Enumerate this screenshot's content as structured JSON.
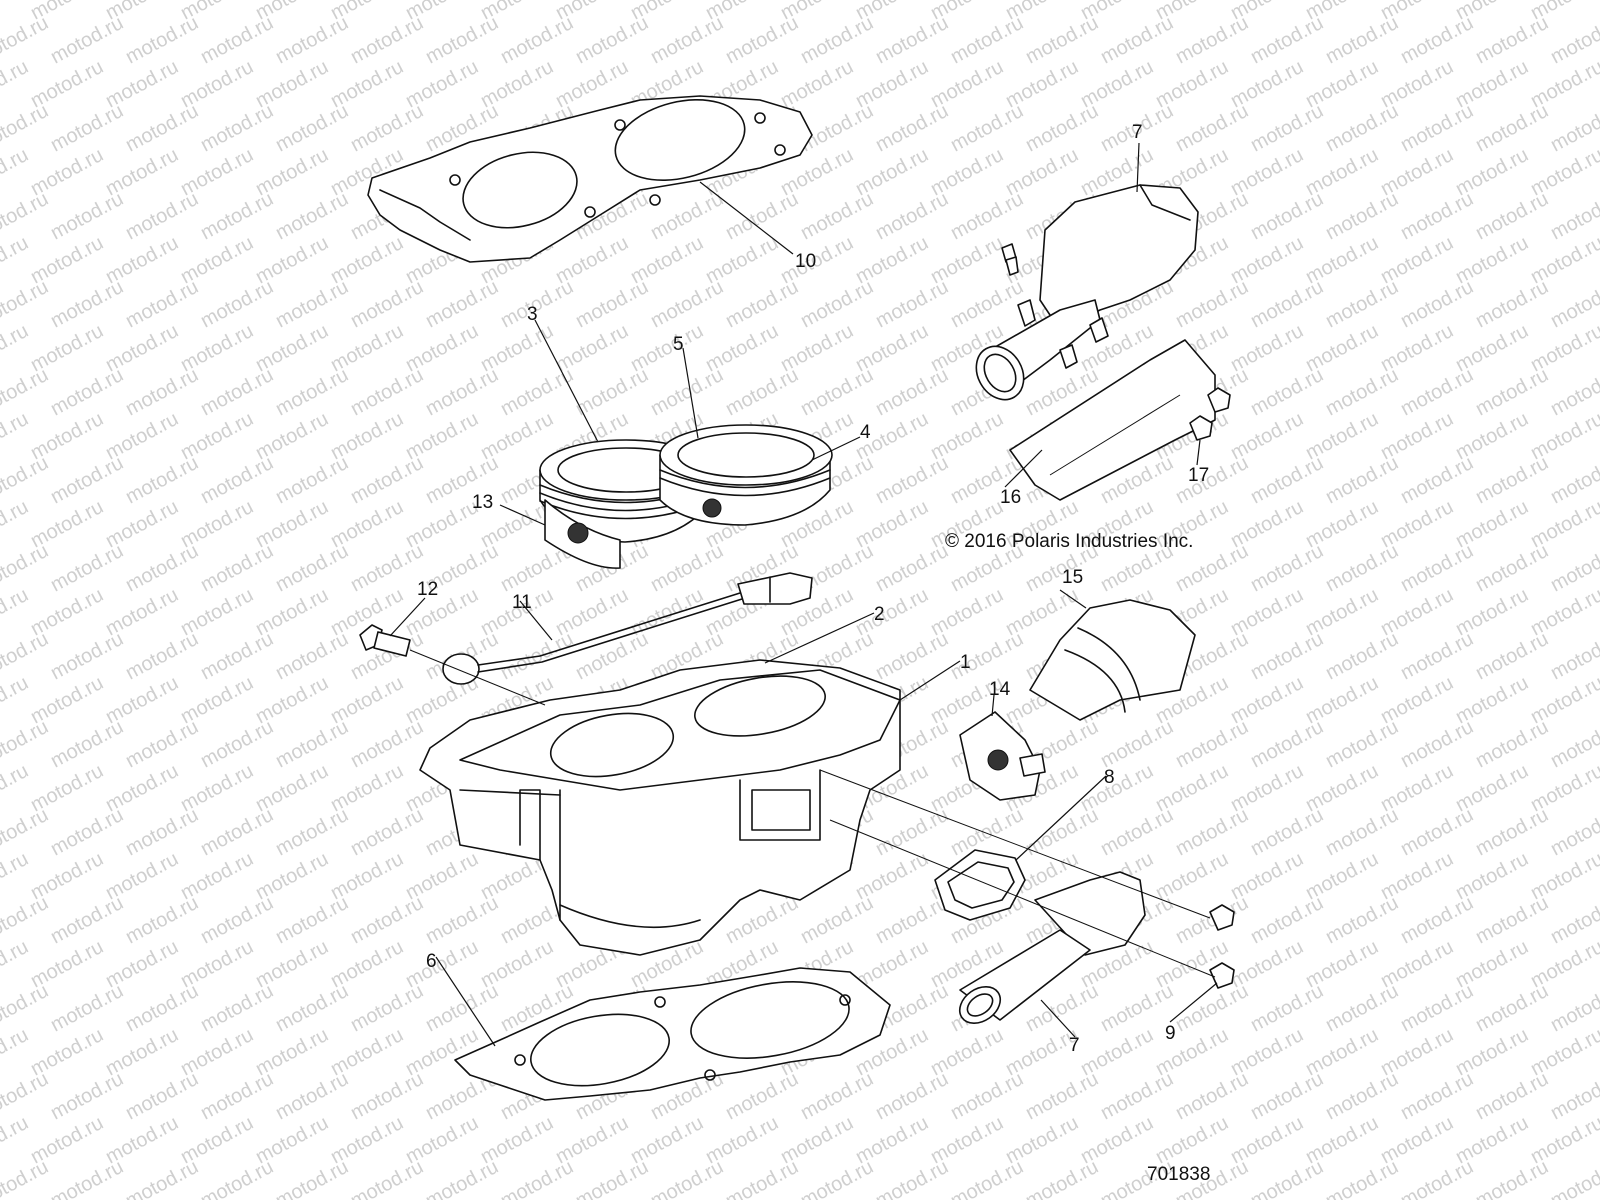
{
  "watermark": {
    "text": "motod.ru"
  },
  "copyright": "© 2016 Polaris Industries Inc.",
  "figure_number": "701838",
  "callouts": [
    {
      "id": "c7a",
      "number": "7"
    },
    {
      "id": "c10",
      "number": "10"
    },
    {
      "id": "c3",
      "number": "3"
    },
    {
      "id": "c5",
      "number": "5"
    },
    {
      "id": "c4",
      "number": "4"
    },
    {
      "id": "c13",
      "number": "13"
    },
    {
      "id": "c17",
      "number": "17"
    },
    {
      "id": "c16",
      "number": "16"
    },
    {
      "id": "c12",
      "number": "12"
    },
    {
      "id": "c11",
      "number": "11"
    },
    {
      "id": "c15",
      "number": "15"
    },
    {
      "id": "c2",
      "number": "2"
    },
    {
      "id": "c1",
      "number": "1"
    },
    {
      "id": "c14",
      "number": "14"
    },
    {
      "id": "c8",
      "number": "8"
    },
    {
      "id": "c6",
      "number": "6"
    },
    {
      "id": "c9",
      "number": "9"
    },
    {
      "id": "c7b",
      "number": "7"
    }
  ]
}
